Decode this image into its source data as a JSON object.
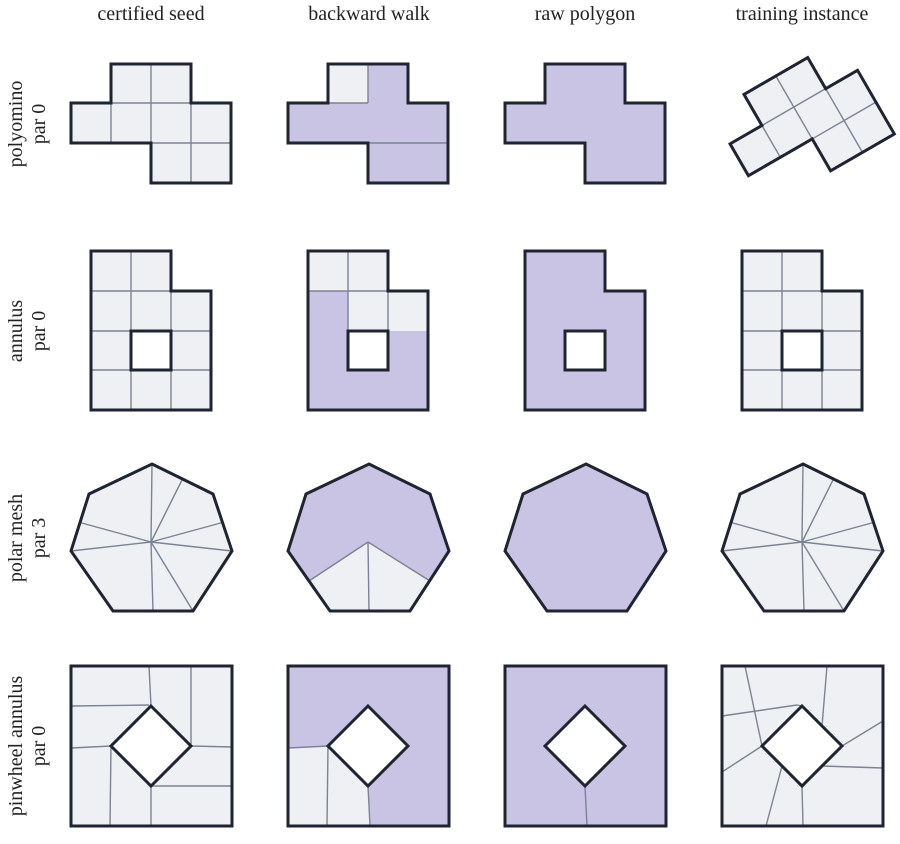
{
  "columns": [
    "certified seed",
    "backward walk",
    "raw polygon",
    "training instance"
  ],
  "rows": [
    {
      "name": "polyomino",
      "param": "par 0"
    },
    {
      "name": "annulus",
      "param": "par 0"
    },
    {
      "name": "polar mesh",
      "param": "par 3"
    },
    {
      "name": "pinwheel annulus",
      "param": "par 0"
    }
  ],
  "colors": {
    "face_fill": "#eef0f3",
    "merged_fill": "#c9c3e4",
    "hole_fill": "#ffffff",
    "outline": "#1e2530",
    "mesh_line": "#7b8394"
  }
}
